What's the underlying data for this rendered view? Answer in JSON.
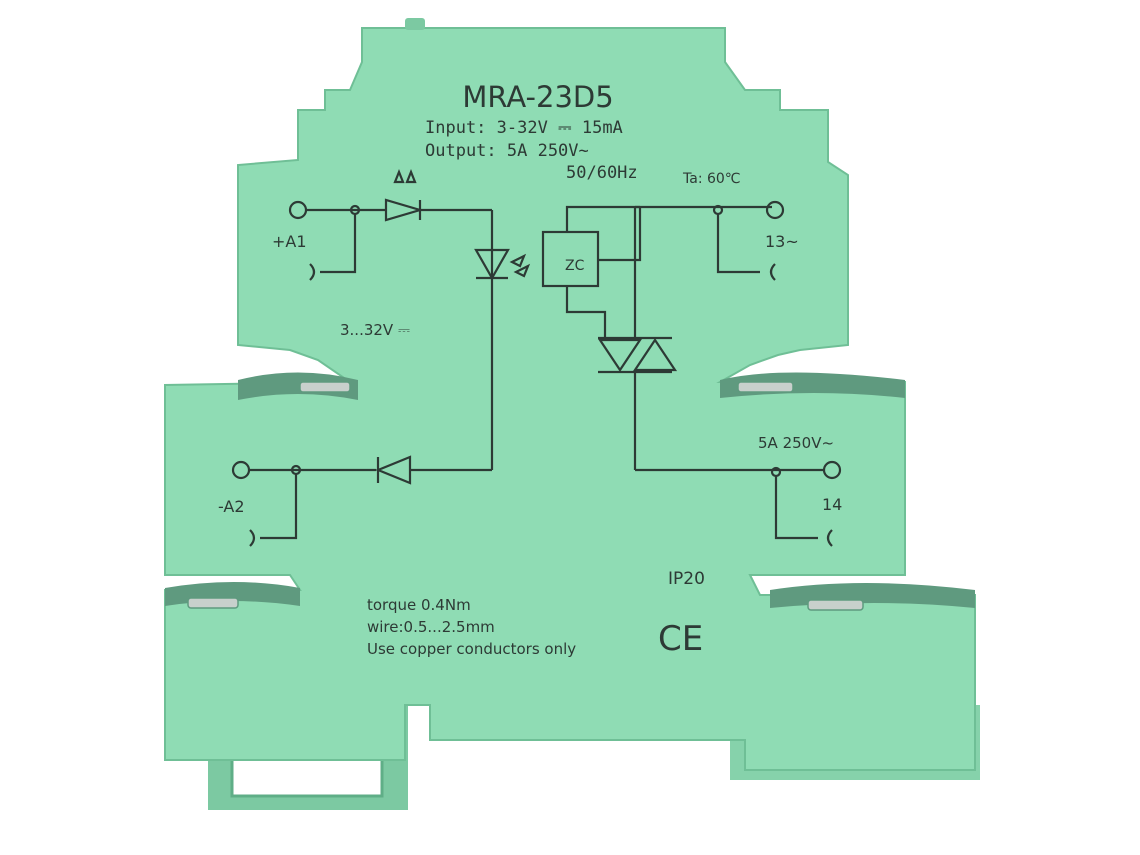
{
  "product": {
    "model": "MRA-23D5",
    "input_line": "Input:  3-32V ⎓ 15mA",
    "output_line": "Output:   5A     250V~",
    "freq_line": "50/60Hz",
    "ambient": "Ta: 60℃"
  },
  "terminals": {
    "a1": "+A1",
    "a2": "-A2",
    "t13": "13~",
    "t14": "14",
    "input_range": "3...32V ⎓",
    "output_rating": "5A 250V~"
  },
  "circuit": {
    "zc": "ZC"
  },
  "info": {
    "torque": "torque 0.4Nm",
    "wire": "wire:0.5...2.5mm",
    "copper": "Use copper conductors only",
    "ip": "IP20",
    "ce": "CE"
  },
  "colors": {
    "housing": "#8fdcb4",
    "housing_shadow": "#6fbf96",
    "print": "#2d3a35",
    "metal": "#c8d0cc"
  }
}
